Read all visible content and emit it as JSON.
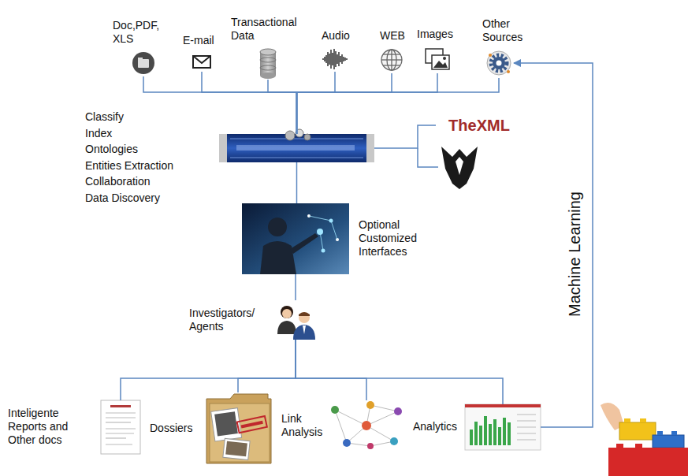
{
  "diagram": {
    "nodes": [
      {
        "text": [
          "Doc,PDF, XLS"
        ]
      },
      {
        "text": [
          "E-mail"
        ]
      },
      {
        "text": [
          "Transactional Data"
        ]
      },
      {
        "text": [
          "Audio"
        ]
      },
      {
        "text": [
          "WEB"
        ]
      },
      {
        "text": [
          "Images"
        ]
      },
      {
        "text": [
          "Other Sources"
        ]
      },
      {
        "text": [
          "Classify",
          "Index",
          "Ontologies",
          "Entities Extraction",
          "Collaboration",
          "Data Discovery"
        ]
      },
      {
        "text": [
          "TheXML"
        ]
      },
      {
        "text": [
          "Optional Customized Interfaces"
        ]
      },
      {
        "text": [
          "Investigators/ Agents"
        ]
      },
      {
        "text": [
          "Inteligente Reports and Other docs"
        ]
      },
      {
        "text": [
          "Dossiers"
        ]
      },
      {
        "text": [
          "Link Analysis"
        ]
      },
      {
        "text": [
          "Analytics"
        ]
      }
    ],
    "edges": [
      {
        "from": 0,
        "to": 7,
        "arrow": "none"
      },
      {
        "from": 1,
        "to": 7,
        "arrow": "none"
      },
      {
        "from": 2,
        "to": 7,
        "arrow": "none"
      },
      {
        "from": 3,
        "to": 7,
        "arrow": "none"
      },
      {
        "from": 4,
        "to": 7,
        "arrow": "none"
      },
      {
        "from": 5,
        "to": 7,
        "arrow": "none"
      },
      {
        "from": 6,
        "to": 7,
        "arrow": "none"
      },
      {
        "from": 7,
        "to": 8,
        "arrow": "none"
      },
      {
        "from": 7,
        "to": 9,
        "arrow": "none"
      },
      {
        "from": 9,
        "to": 10,
        "arrow": "none"
      },
      {
        "from": 10,
        "to": 11,
        "arrow": "none"
      },
      {
        "from": 10,
        "to": 12,
        "arrow": "none"
      },
      {
        "from": 10,
        "to": 13,
        "arrow": "none"
      },
      {
        "from": 10,
        "to": 14,
        "arrow": "none"
      },
      {
        "from": 14,
        "to": 6,
        "label": "Machine Learning",
        "arrow": "to"
      }
    ]
  }
}
